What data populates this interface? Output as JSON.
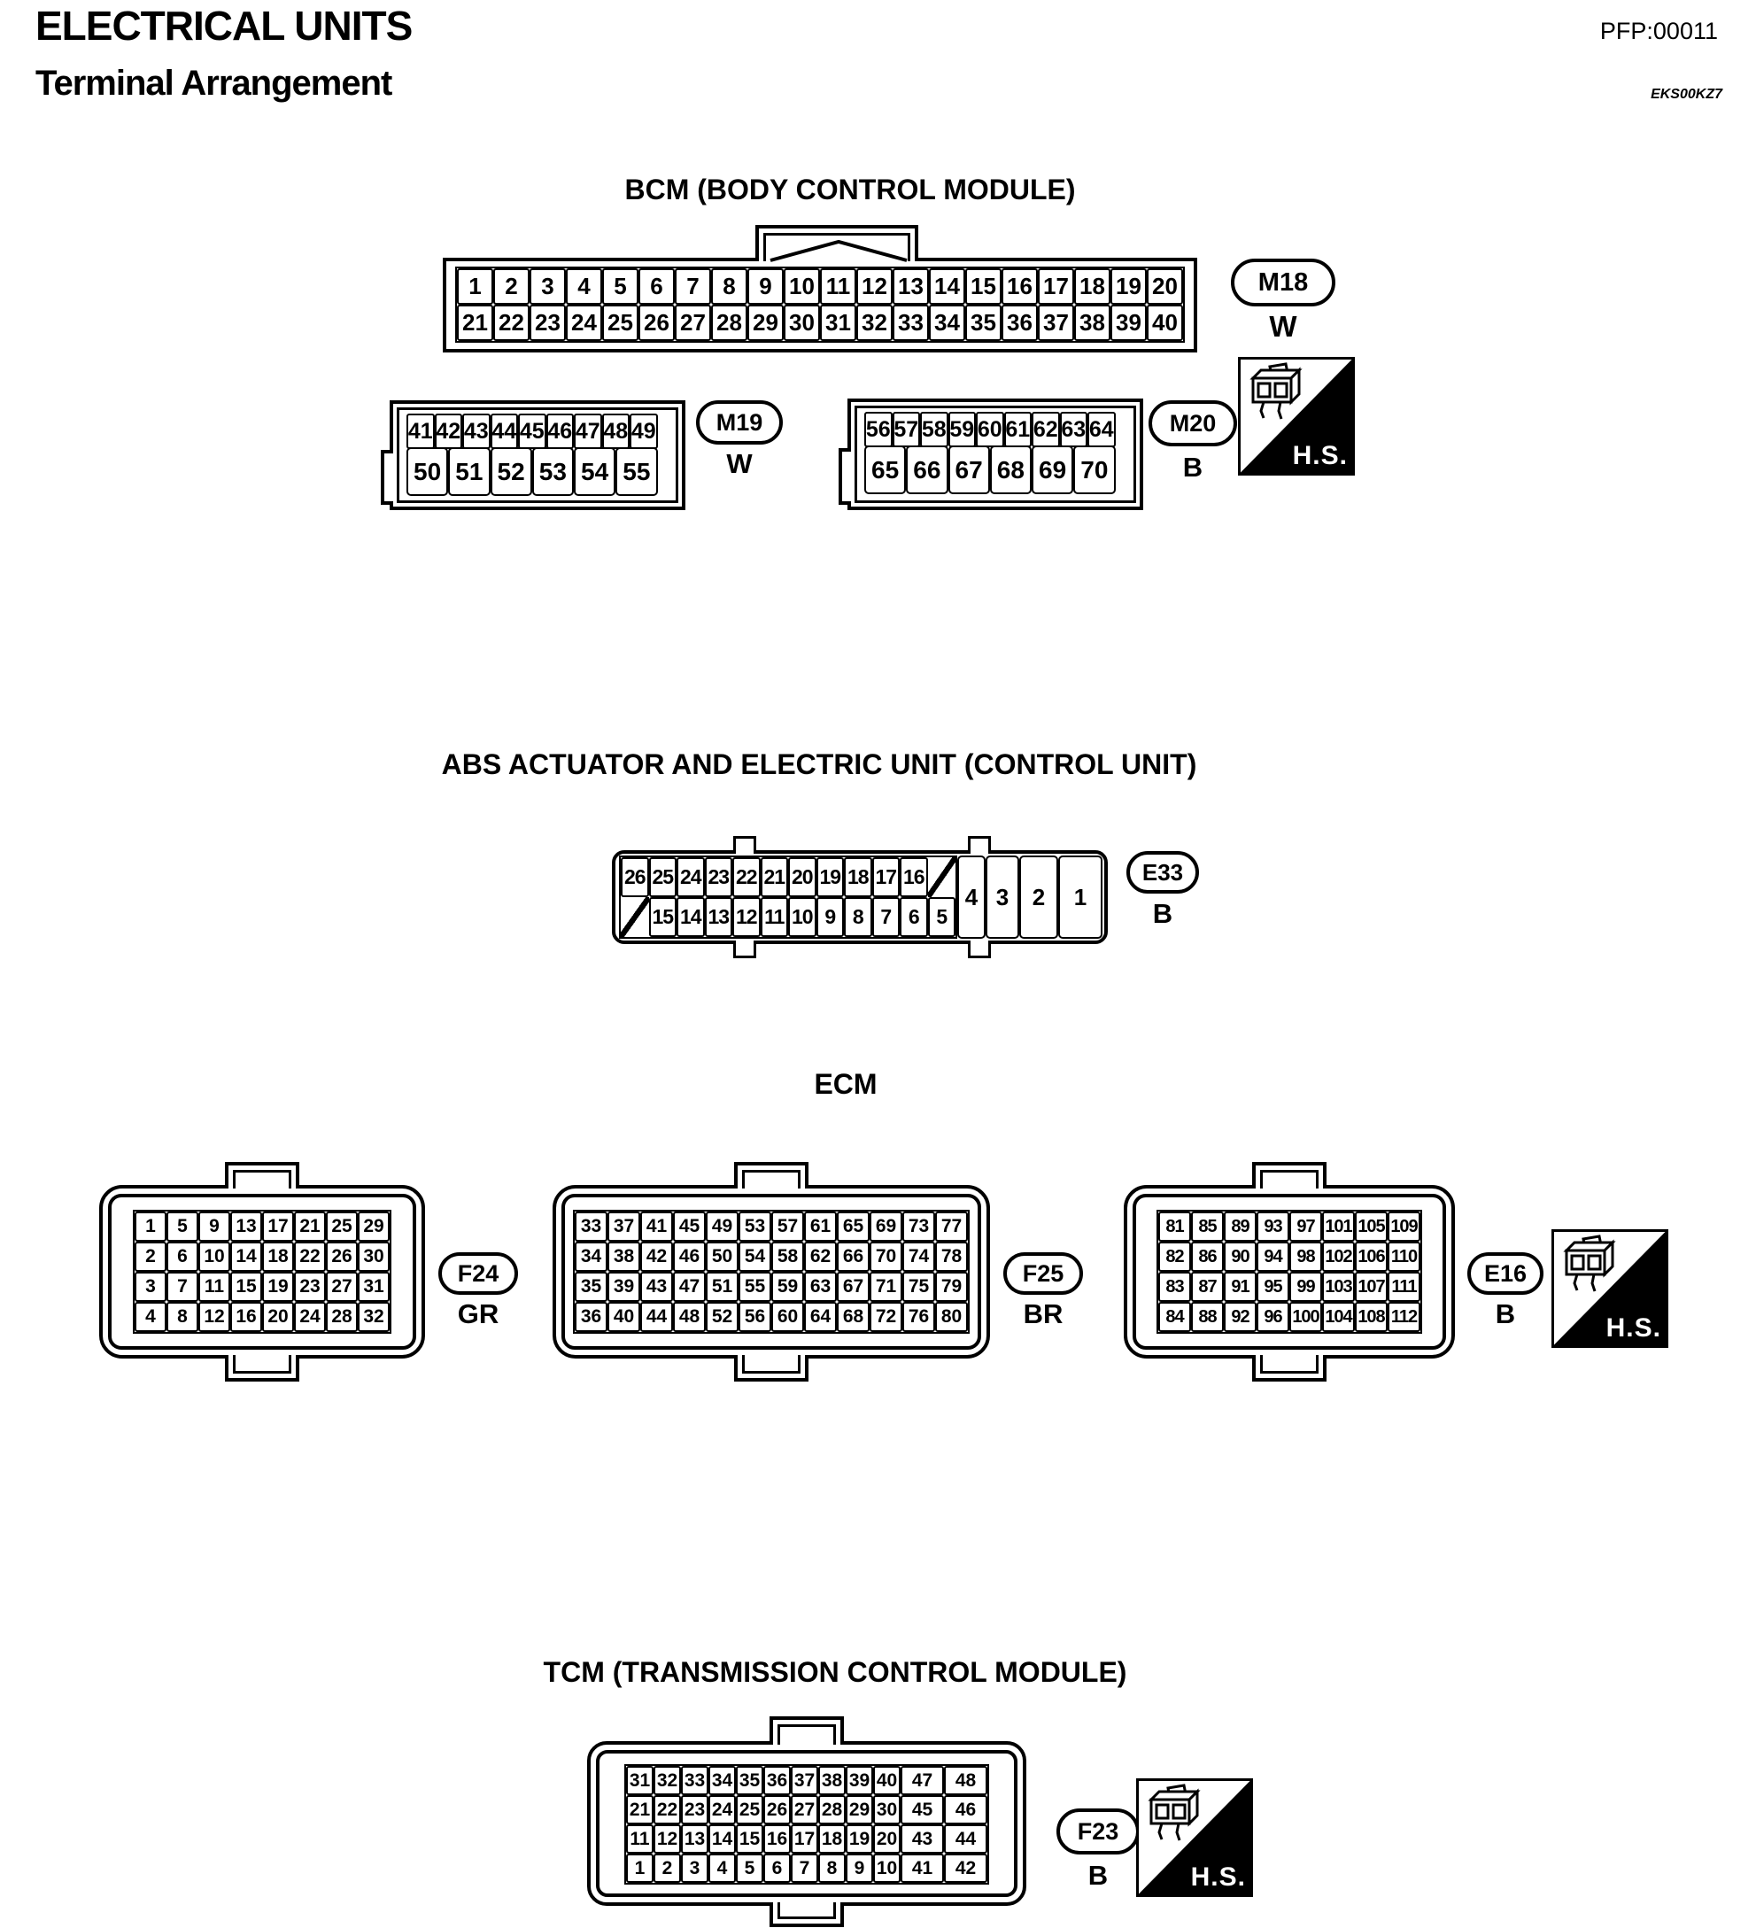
{
  "header": {
    "title": "ELECTRICAL UNITS",
    "subtitle": "Terminal Arrangement",
    "pfp": "PFP:00011",
    "doc_code": "EKS00KZ7"
  },
  "hs": {
    "label": "H.S."
  },
  "sections": {
    "bcm": {
      "heading": "BCM (BODY CONTROL MODULE)"
    },
    "abs": {
      "heading": "ABS ACTUATOR AND ELECTRIC UNIT (CONTROL UNIT)"
    },
    "ecm": {
      "heading": "ECM"
    },
    "tcm": {
      "heading": "TCM (TRANSMISSION CONTROL MODULE)"
    }
  },
  "connectors": {
    "m18": {
      "label": "M18",
      "color": "W",
      "row1": [
        "1",
        "2",
        "3",
        "4",
        "5",
        "6",
        "7",
        "8",
        "9",
        "10",
        "11",
        "12",
        "13",
        "14",
        "15",
        "16",
        "17",
        "18",
        "19",
        "20"
      ],
      "row2": [
        "21",
        "22",
        "23",
        "24",
        "25",
        "26",
        "27",
        "28",
        "29",
        "30",
        "31",
        "32",
        "33",
        "34",
        "35",
        "36",
        "37",
        "38",
        "39",
        "40"
      ]
    },
    "m19": {
      "label": "M19",
      "color": "W",
      "row1": [
        "41",
        "42",
        "43",
        "44",
        "45",
        "46",
        "47",
        "48",
        "49"
      ],
      "row2": [
        "50",
        "51",
        "52",
        "53",
        "54",
        "55"
      ]
    },
    "m20": {
      "label": "M20",
      "color": "B",
      "row1": [
        "56",
        "57",
        "58",
        "59",
        "60",
        "61",
        "62",
        "63",
        "64"
      ],
      "row2": [
        "65",
        "66",
        "67",
        "68",
        "69",
        "70"
      ]
    },
    "e33": {
      "label": "E33",
      "color": "B",
      "top": [
        "26",
        "25",
        "24",
        "23",
        "22",
        "21",
        "20",
        "19",
        "18",
        "17",
        "16",
        "SLASH"
      ],
      "bottom": [
        "SLASH",
        "15",
        "14",
        "13",
        "12",
        "11",
        "10",
        "9",
        "8",
        "7",
        "6",
        "5"
      ],
      "tall": [
        "4",
        "3",
        "2",
        "1"
      ]
    },
    "f24": {
      "label": "F24",
      "color": "GR",
      "rows": [
        [
          "1",
          "5",
          "9",
          "13",
          "17",
          "21",
          "25",
          "29"
        ],
        [
          "2",
          "6",
          "10",
          "14",
          "18",
          "22",
          "26",
          "30"
        ],
        [
          "3",
          "7",
          "11",
          "15",
          "19",
          "23",
          "27",
          "31"
        ],
        [
          "4",
          "8",
          "12",
          "16",
          "20",
          "24",
          "28",
          "32"
        ]
      ]
    },
    "f25": {
      "label": "F25",
      "color": "BR",
      "rows": [
        [
          "33",
          "37",
          "41",
          "45",
          "49",
          "53",
          "57",
          "61",
          "65",
          "69",
          "73",
          "77"
        ],
        [
          "34",
          "38",
          "42",
          "46",
          "50",
          "54",
          "58",
          "62",
          "66",
          "70",
          "74",
          "78"
        ],
        [
          "35",
          "39",
          "43",
          "47",
          "51",
          "55",
          "59",
          "63",
          "67",
          "71",
          "75",
          "79"
        ],
        [
          "36",
          "40",
          "44",
          "48",
          "52",
          "56",
          "60",
          "64",
          "68",
          "72",
          "76",
          "80"
        ]
      ]
    },
    "e16": {
      "label": "E16",
      "color": "B",
      "rows": [
        [
          "81",
          "85",
          "89",
          "93",
          "97",
          "101",
          "105",
          "109"
        ],
        [
          "82",
          "86",
          "90",
          "94",
          "98",
          "102",
          "106",
          "110"
        ],
        [
          "83",
          "87",
          "91",
          "95",
          "99",
          "103",
          "107",
          "111"
        ],
        [
          "84",
          "88",
          "92",
          "96",
          "100",
          "104",
          "108",
          "112"
        ]
      ]
    },
    "f23": {
      "label": "F23",
      "color": "B",
      "rows": [
        [
          "31",
          "32",
          "33",
          "34",
          "35",
          "36",
          "37",
          "38",
          "39",
          "40",
          "47",
          "48"
        ],
        [
          "21",
          "22",
          "23",
          "24",
          "25",
          "26",
          "27",
          "28",
          "29",
          "30",
          "45",
          "46"
        ],
        [
          "11",
          "12",
          "13",
          "14",
          "15",
          "16",
          "17",
          "18",
          "19",
          "20",
          "43",
          "44"
        ],
        [
          "1",
          "2",
          "3",
          "4",
          "5",
          "6",
          "7",
          "8",
          "9",
          "10",
          "41",
          "42"
        ]
      ]
    }
  }
}
